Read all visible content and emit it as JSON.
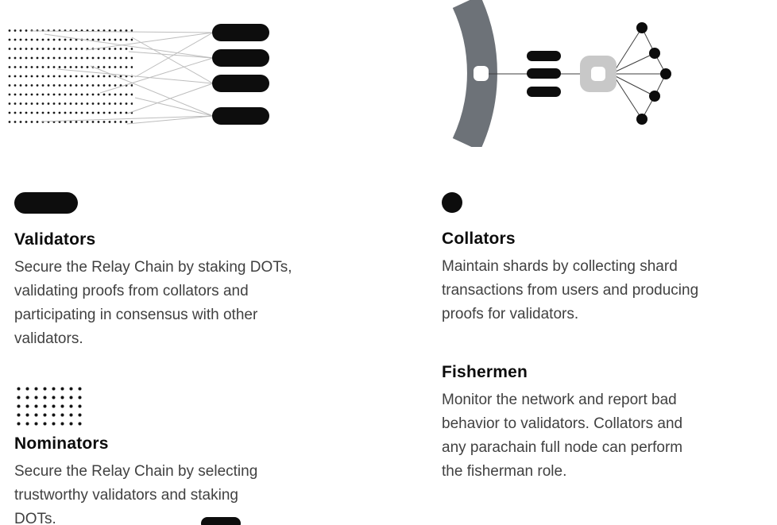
{
  "colors": {
    "ink": "#0d0d0d",
    "body_text": "#414141",
    "relay_arc_gray": "#6d7278",
    "hub_gray": "#c8c8c8",
    "connector_light": "#bdbdbd",
    "connector_dark": "#3f3f3f",
    "background": "#ffffff"
  },
  "icons": {
    "validators": "black-pill-icon",
    "nominators": "dot-grid-icon",
    "collators": "black-dot-icon"
  },
  "diagrams": {
    "left": "nominators-to-validators-network-diagram",
    "right": "relay-chain-collator-parachain-diagram"
  },
  "sections": {
    "validators": {
      "title": "Validators",
      "description": "Secure the Relay Chain by staking DOTs, validating proofs from collators and participating in consensus with other validators."
    },
    "nominators": {
      "title": "Nominators",
      "description": "Secure the Relay Chain by selecting trustworthy validators and staking DOTs."
    },
    "collators": {
      "title": "Collators",
      "description": "Maintain shards by collecting shard transactions from users and producing proofs for validators."
    },
    "fishermen": {
      "title": "Fishermen",
      "description": "Monitor the network and report bad behavior to validators. Collators and any parachain full node can perform the fisherman role."
    }
  }
}
